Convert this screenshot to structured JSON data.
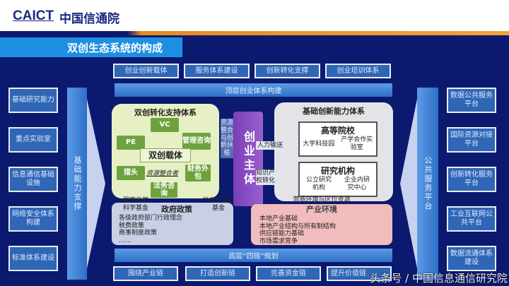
{
  "header": {
    "logo": "CAICT",
    "logo_cn": "中国信通院"
  },
  "title": "双创生态系统的构成",
  "top_boxes": [
    "创业创新载体",
    "服务体系建设",
    "创新转化支撑",
    "创业培训体系"
  ],
  "top_bar": "顶层创业体系构建",
  "left_boxes": [
    "基础研究能力",
    "重点实验室",
    "信息通信基础设施",
    "网络安全体系构建",
    "标准体系建设"
  ],
  "left_bar": "基础能力支撑",
  "right_boxes": [
    "数据公共服务平台",
    "国际资源对接平台",
    "创新转化服务平台",
    "工业互联网公共平台",
    "数据流通体系建设"
  ],
  "right_bar": "公共服务平台",
  "support": {
    "title": "双创转化支持体系",
    "vc": "VC",
    "pe": "PE",
    "mgmt": "管理咨询",
    "center": "双创载体",
    "headhunter": "猎头",
    "integrator": "资源整合者",
    "finance": "财务外包",
    "legal": "法务咨询"
  },
  "resource_label": "资源整合与创新扶植",
  "entity": "创业主体",
  "talent": "人力输送",
  "ip": "知识产权转化",
  "basic": {
    "title": "基础创新能力体系",
    "univ": {
      "title": "高等院校",
      "a": "大学科技园",
      "b": "产学合作实验室"
    },
    "inst": {
      "title": "研究机构",
      "a": "公立研究机构",
      "b": "企业内研究中心"
    }
  },
  "policy": {
    "title": "政府政策",
    "fund_nat": "国家自然科学基金",
    "fund_local": "地方性创新基金",
    "items": [
      "各级政府部门行政理念",
      "税费政策",
      "商事制度政策",
      "……"
    ]
  },
  "industry": {
    "title": "产业环境",
    "top": "营商环境与区位资源",
    "items": [
      "本地产业基础",
      "本地产业结构与所有制结构",
      "供应链能力基础",
      "市场需求竞争"
    ]
  },
  "bottom_bar": "底层“四链”规划",
  "bottom_boxes": [
    "围绕产业链",
    "打造创新链",
    "完善资金链",
    "提升价值链"
  ],
  "watermark": "头条号 / 中国信息通信研究院"
}
